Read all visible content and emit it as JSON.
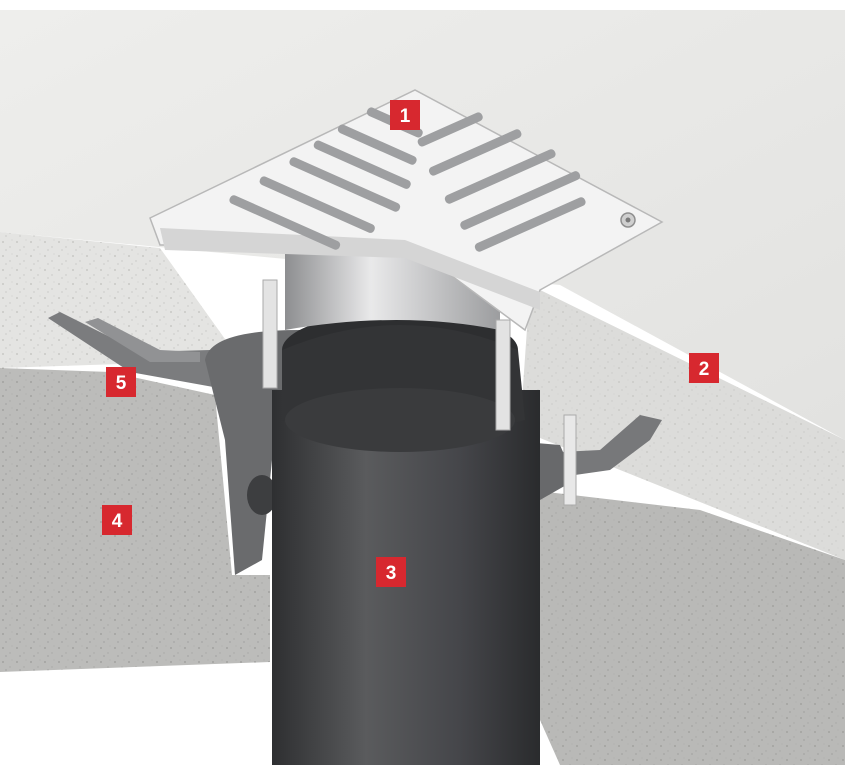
{
  "callouts": [
    {
      "number": "1",
      "color": "#d7282f"
    },
    {
      "number": "2",
      "color": "#d7282f"
    },
    {
      "number": "3",
      "color": "#d7282f"
    },
    {
      "number": "4",
      "color": "#d7282f"
    },
    {
      "number": "5",
      "color": "#d7282f"
    }
  ],
  "colors": {
    "screed_top": "#e6e6e4",
    "screed_side": "#d2d2cf",
    "concrete": "#bdbdbb",
    "grate": "#f2f2f2",
    "pipe": "#4a4b4d",
    "insulation": "#2c2d2f",
    "flange": "#6a6b6d"
  }
}
